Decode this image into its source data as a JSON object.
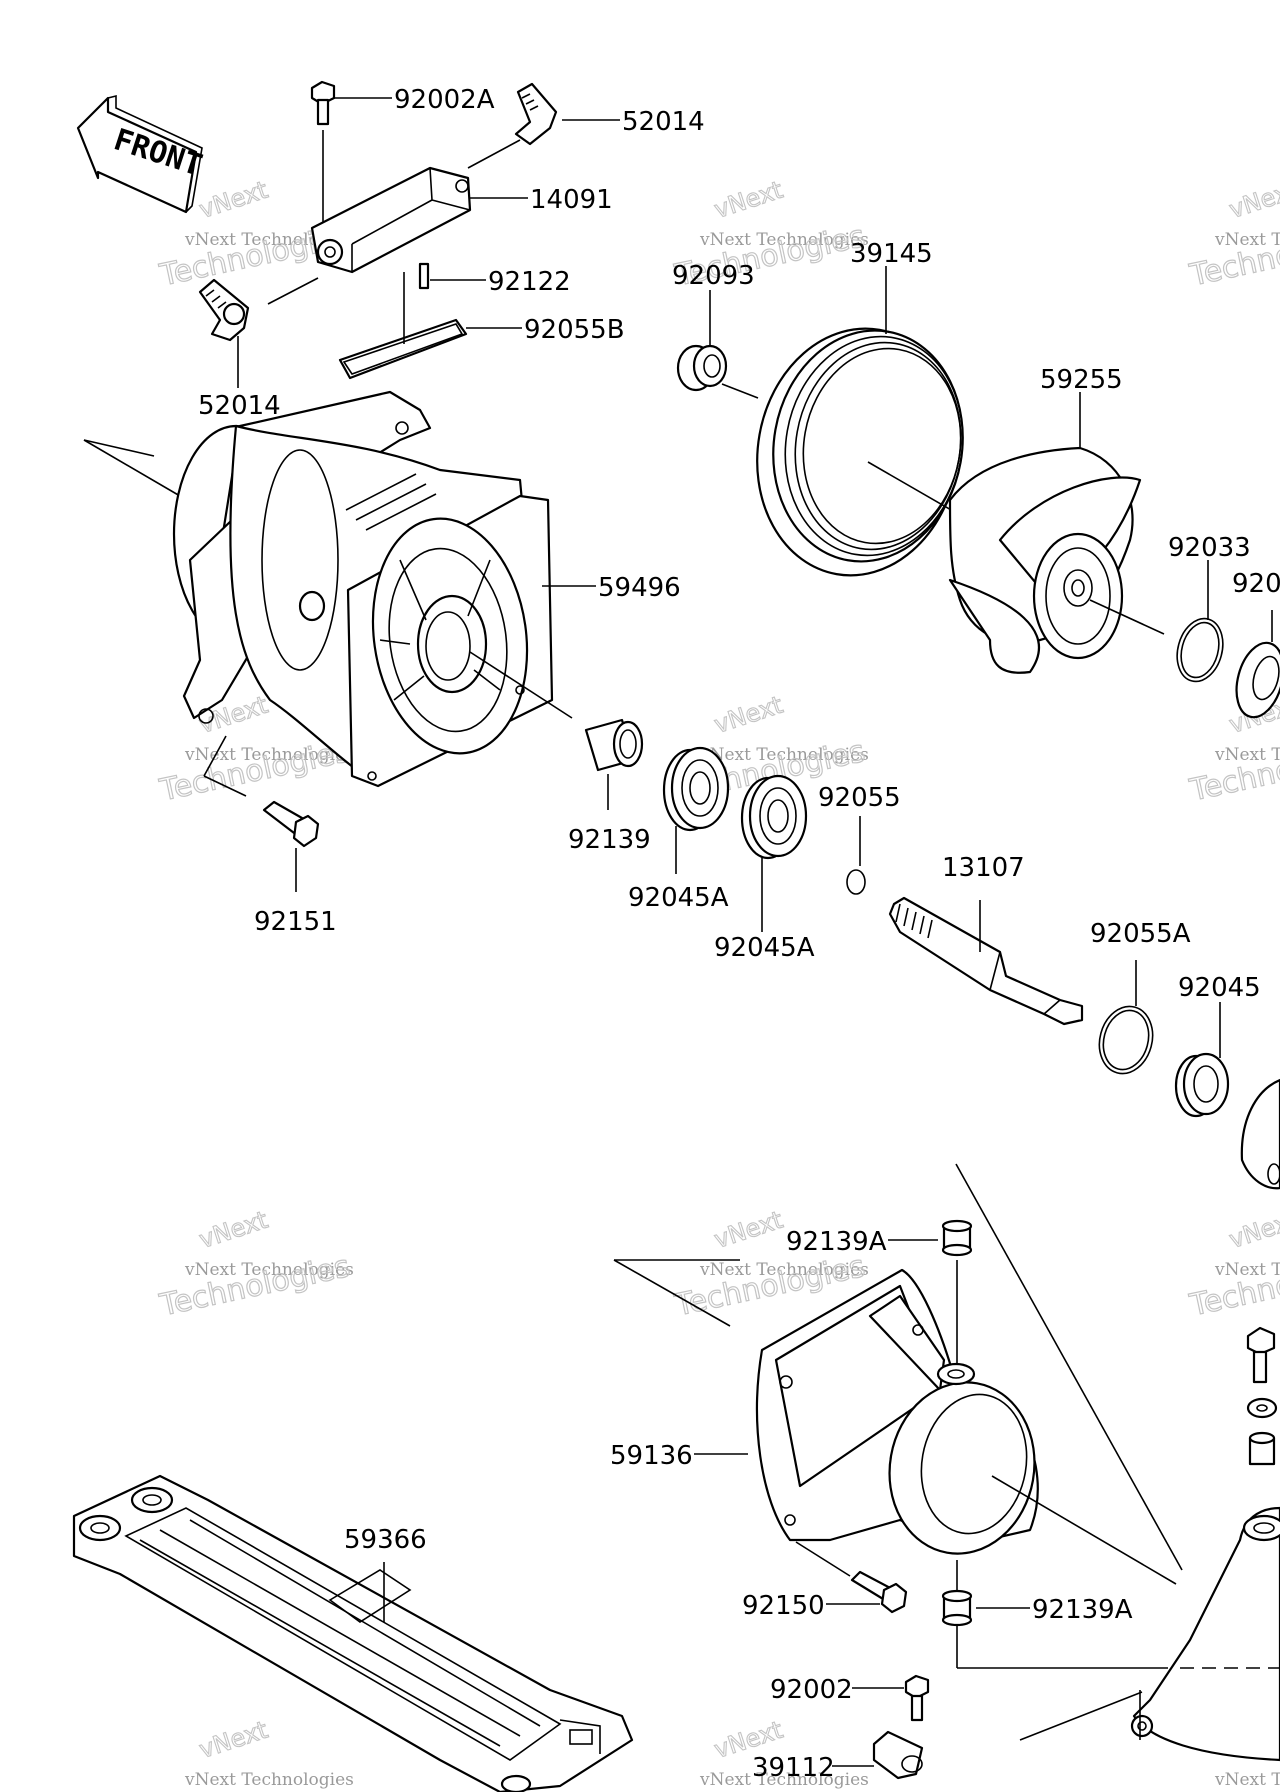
{
  "front_label": "FRONT",
  "watermark": {
    "line1": "vNext Technologies",
    "big_a": "Technologies",
    "small_a": "vNext"
  },
  "parts": {
    "p92002A": "92002A",
    "p52014_top": "52014",
    "p14091": "14091",
    "p92122": "92122",
    "p92055B": "92055B",
    "p52014_left": "52014",
    "p59496": "59496",
    "p92139": "92139",
    "p92151": "92151",
    "p92045A_1": "92045A",
    "p92045A_2": "92045A",
    "p92055": "92055",
    "p13107": "13107",
    "p92093": "92093",
    "p39145": "39145",
    "p59255": "59255",
    "p92033": "92033",
    "p920_partial": "920",
    "p92055A": "92055A",
    "p92045": "92045",
    "p92139A_top": "92139A",
    "p59136": "59136",
    "p59366": "59366",
    "p92150": "92150",
    "p92139A_bot": "92139A",
    "p92002": "92002",
    "p39112": "39112"
  }
}
